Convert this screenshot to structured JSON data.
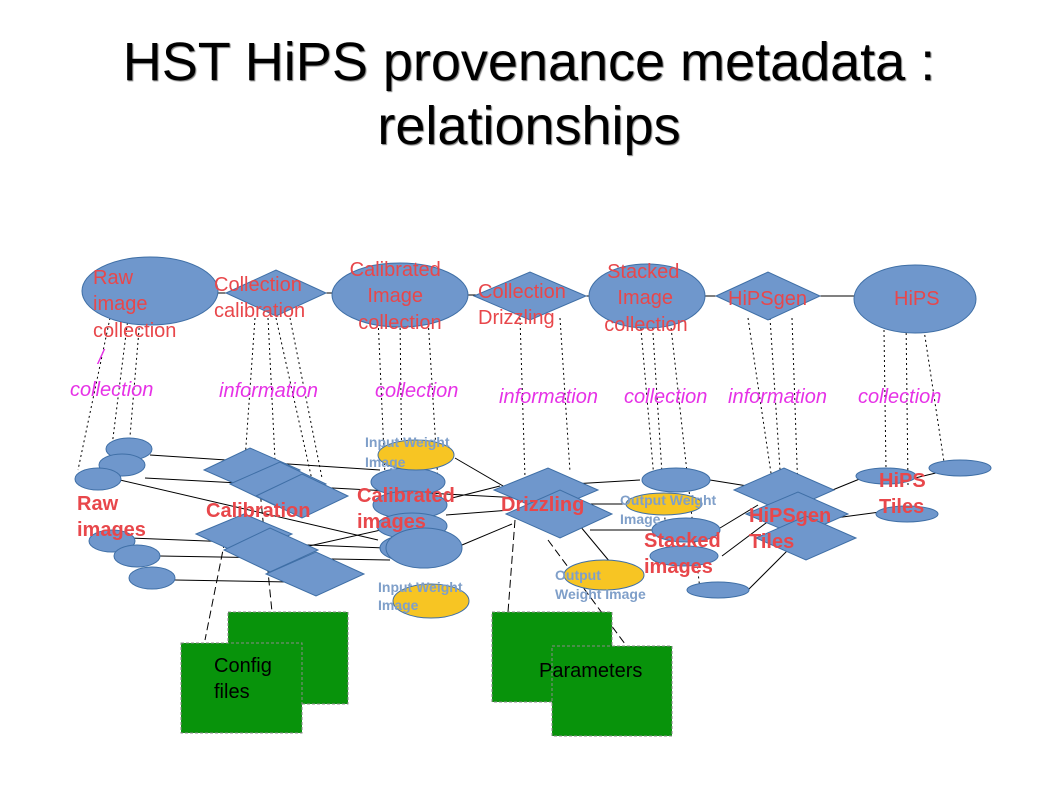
{
  "title": {
    "line1": "HST HiPS provenance metadata :",
    "line2": "relationships"
  },
  "colors": {
    "node_fill": "#6f97cc",
    "node_stroke": "#3f6fa6",
    "weight_fill": "#f7c523",
    "file_fill": "#08930b",
    "label_red": "#e8474b",
    "label_relation": "#e632e6",
    "label_weight": "#7f9fc9"
  },
  "top_nodes": {
    "raw_collection": [
      "Raw",
      "image",
      "collection"
    ],
    "collection_calibration": [
      "Collection",
      "calibration"
    ],
    "calibrated_collection": [
      "Calibrated",
      "Image",
      "collection"
    ],
    "collection_drizzling": [
      "Collection",
      "Drizzling"
    ],
    "stacked_collection": [
      "Stacked",
      "Image",
      "collection"
    ],
    "hipsgen": "HiPSgen",
    "hips": "HiPS"
  },
  "relation_labels": {
    "raw_slash": "/",
    "raw": "collection",
    "calibration": "information",
    "calibrated": "collection",
    "drizzling": "information",
    "stacked": "collection",
    "hipsgen": "information",
    "hips": "collection"
  },
  "lower_labels": {
    "raw_images": [
      "Raw",
      "images"
    ],
    "calibration": "Calibration",
    "calibrated_images": [
      "Calibrated",
      "images"
    ],
    "drizzling": "Drizzling",
    "stacked_images": [
      "Stacked",
      "images"
    ],
    "hipsgen_tiles": [
      "HiPSgen",
      "Tiles"
    ],
    "hips_tiles": [
      "HiPS",
      "Tiles"
    ]
  },
  "weight_labels": {
    "input_weight_top": [
      "Input Weight",
      "Image"
    ],
    "input_weight_bottom": [
      "Input Weight",
      "Image"
    ],
    "output_weight_top": [
      "Output Weight",
      "Image"
    ],
    "output_weight_bottom": [
      "Output",
      "Weight Image"
    ]
  },
  "files": {
    "config": [
      "Config",
      "files"
    ],
    "parameters": "Parameters"
  }
}
